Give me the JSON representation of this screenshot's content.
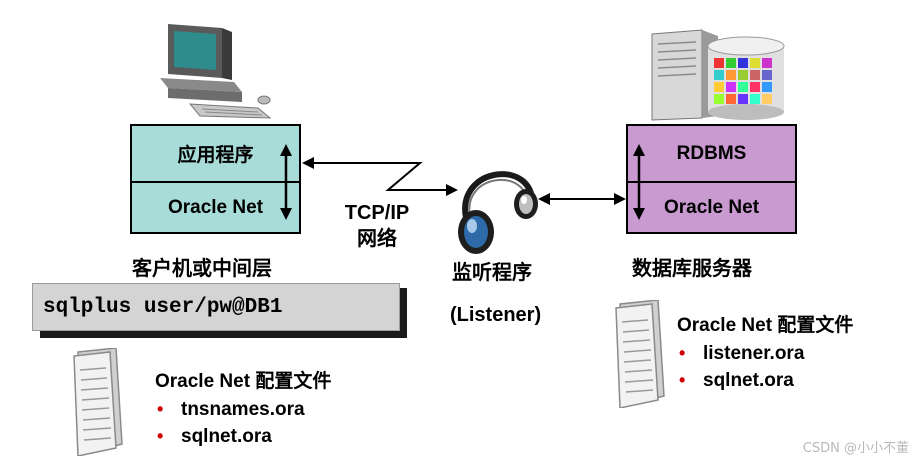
{
  "client": {
    "box_top_label": "应用程序",
    "box_bottom_label": "Oracle Net",
    "caption": "客户机或中间层",
    "command": "sqlplus user/pw@DB1",
    "config_title": "Oracle Net 配置文件",
    "config_files": [
      "tnsnames.ora",
      "sqlnet.ora"
    ]
  },
  "network": {
    "line1": "TCP/IP",
    "line2": "网络"
  },
  "listener": {
    "label": "监听程序",
    "label_en": "(Listener)"
  },
  "server": {
    "box_top_label": "RDBMS",
    "box_bottom_label": "Oracle Net",
    "caption": "数据库服务器",
    "config_title": "Oracle Net 配置文件",
    "config_files": [
      "listener.ora",
      "sqlnet.ora"
    ]
  },
  "watermark": "CSDN @小小不董",
  "colors": {
    "client_box": "#a8dcd8",
    "server_box": "#c89ad0",
    "command_bg": "#d4d4d4",
    "bullet": "#d00000"
  }
}
